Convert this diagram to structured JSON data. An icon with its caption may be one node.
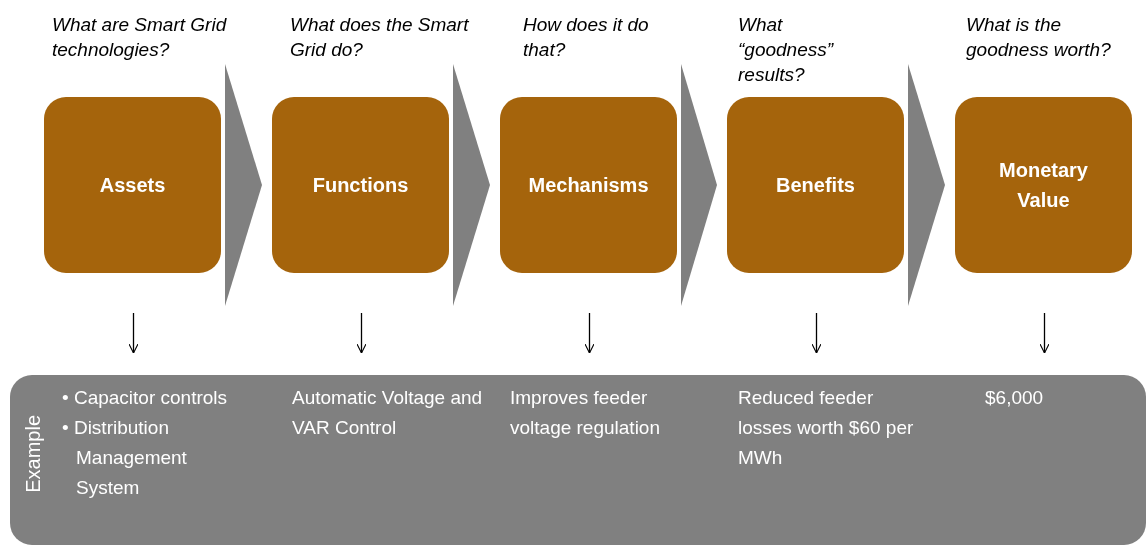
{
  "diagram": {
    "nodes": [
      {
        "text": [
          "Assets"
        ],
        "beside": [
          "What are Smart Grid technologies?"
        ]
      },
      {
        "text": [
          "Functions"
        ],
        "beside": [
          "What does the Smart Grid do?"
        ]
      },
      {
        "text": [
          "Mechanisms"
        ],
        "beside": [
          "How does it do that?"
        ]
      },
      {
        "text": [
          "Benefits"
        ],
        "beside": [
          "What “goodness” results?"
        ]
      },
      {
        "text": [
          "Monetary Value"
        ],
        "beside": [
          "What is the goodness worth?"
        ]
      },
      {
        "text": [
          "Example"
        ]
      },
      {
        "text": [
          "• Capacitor controls",
          "• Distribution Management System"
        ],
        "in": 5
      },
      {
        "text": [
          "Automatic Voltage and VAR Control"
        ],
        "in": 5
      },
      {
        "text": [
          "Improves feeder voltage regulation"
        ],
        "in": 5
      },
      {
        "text": [
          "Reduced feeder losses worth $60 per MWh"
        ],
        "in": 5
      },
      {
        "text": [
          "$6,000"
        ],
        "in": 5
      }
    ],
    "edges": [
      {
        "from": 0,
        "to": 1,
        "arrow": "to"
      },
      {
        "from": 1,
        "to": 2,
        "arrow": "to"
      },
      {
        "from": 2,
        "to": 3,
        "arrow": "to"
      },
      {
        "from": 3,
        "to": 4,
        "arrow": "to"
      },
      {
        "from": 0,
        "to": 6,
        "arrow": "to"
      },
      {
        "from": 1,
        "to": 7,
        "arrow": "to"
      },
      {
        "from": 2,
        "to": 8,
        "arrow": "to"
      },
      {
        "from": 3,
        "to": 9,
        "arrow": "to"
      },
      {
        "from": 4,
        "to": 10,
        "arrow": "to"
      }
    ]
  }
}
